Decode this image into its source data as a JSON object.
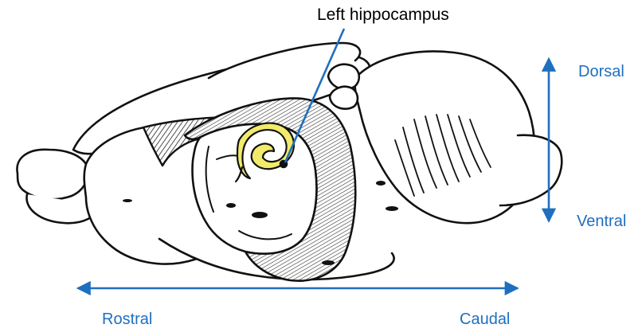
{
  "labels": {
    "structure": "Left hippocampus",
    "dorsal": "Dorsal",
    "ventral": "Ventral",
    "rostral": "Rostral",
    "caudal": "Caudal"
  },
  "colors": {
    "axis": "#1f6fbf",
    "label_text": "#000000",
    "hippocampus_fill": "#f2ea6a",
    "outline": "#111111"
  },
  "icons": {
    "brain": "rodent-brain-lateral-view",
    "vertical_axis": "double-headed-vertical-arrow",
    "horizontal_axis": "double-headed-horizontal-arrow"
  }
}
